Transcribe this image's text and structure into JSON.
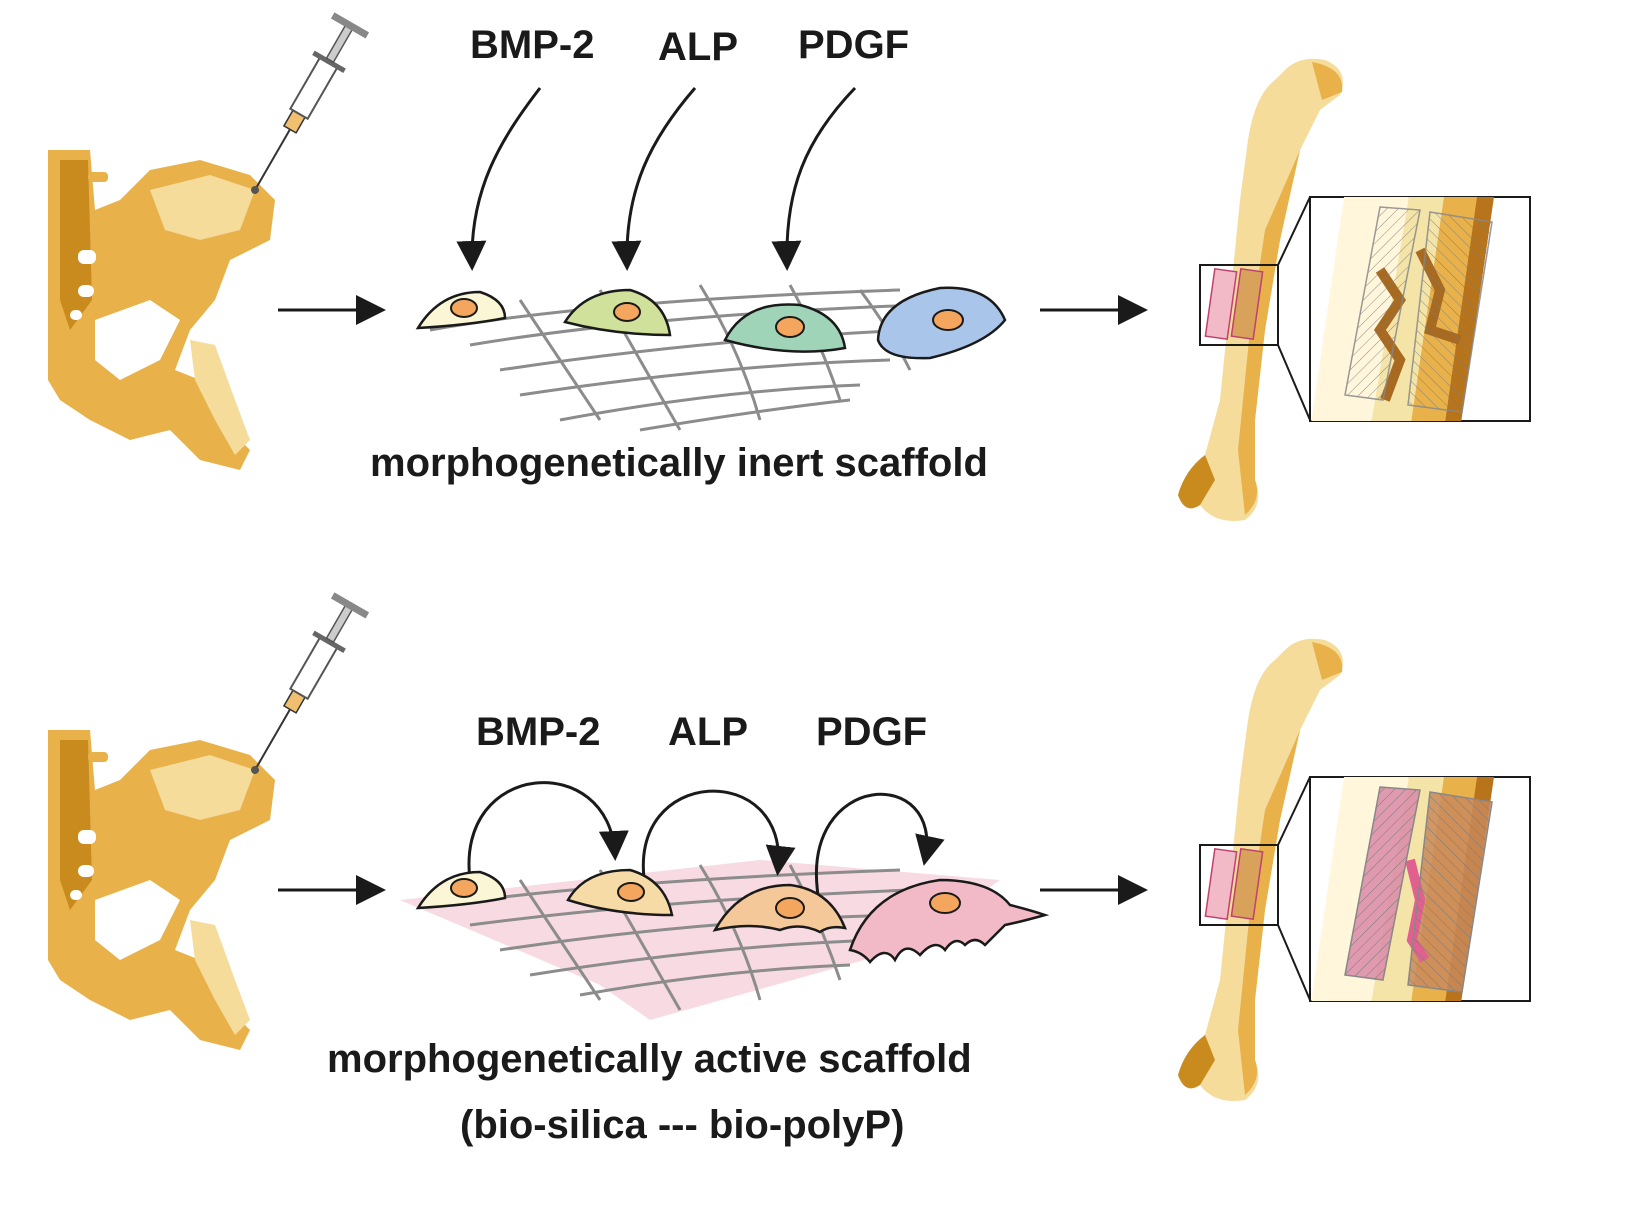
{
  "panels": [
    {
      "id": "inert",
      "factors": [
        "BMP-2",
        "ALP",
        "PDGF"
      ],
      "caption_line1": "morphogenetically inert scaffold",
      "caption_line2": ""
    },
    {
      "id": "active",
      "factors": [
        "BMP-2",
        "ALP",
        "PDGF"
      ],
      "caption_line1": "morphogenetically active scaffold",
      "caption_line2": "(bio-silica --- bio-polyP)"
    }
  ],
  "colors": {
    "bone_light": "#f5dc9a",
    "bone_mid": "#e8b14a",
    "bone_dark": "#c98a1e",
    "scaffold_pink": "#f7d7df",
    "cell_cream": "#fbf6d6",
    "cell_green": "#cfe19a",
    "cell_teal": "#9fd4b8",
    "cell_blue": "#a9c6ea",
    "cell_peach": "#f7dba6",
    "cell_orange": "#f5c89a",
    "cell_pink": "#f2b9c6",
    "nucleus": "#f4a65e"
  },
  "icons": [
    "syringe-icon",
    "pelvis-icon",
    "femur-icon",
    "fracture-zoom-icon",
    "process-arrow-icon"
  ]
}
